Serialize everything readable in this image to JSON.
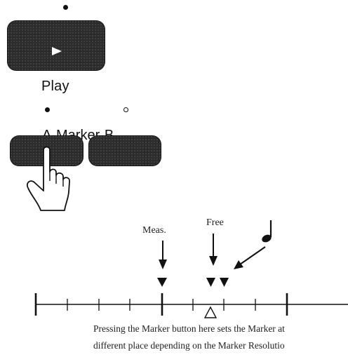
{
  "play": {
    "label": "Play",
    "led": "on"
  },
  "marker": {
    "a_label": "A",
    "title": "Marker",
    "b_label": "B",
    "a_led": "on",
    "b_led": "off",
    "pressed_button": "A"
  },
  "diagram": {
    "meas_label": "Meas.",
    "free_label": "Free",
    "note_icon": "quarter-note-icon",
    "pointer_icon": "triangle-up-outline-icon"
  },
  "caption": {
    "line1": "Pressing the Marker button here sets the Marker at",
    "line2": "different place depending on the Marker Resolutio"
  }
}
